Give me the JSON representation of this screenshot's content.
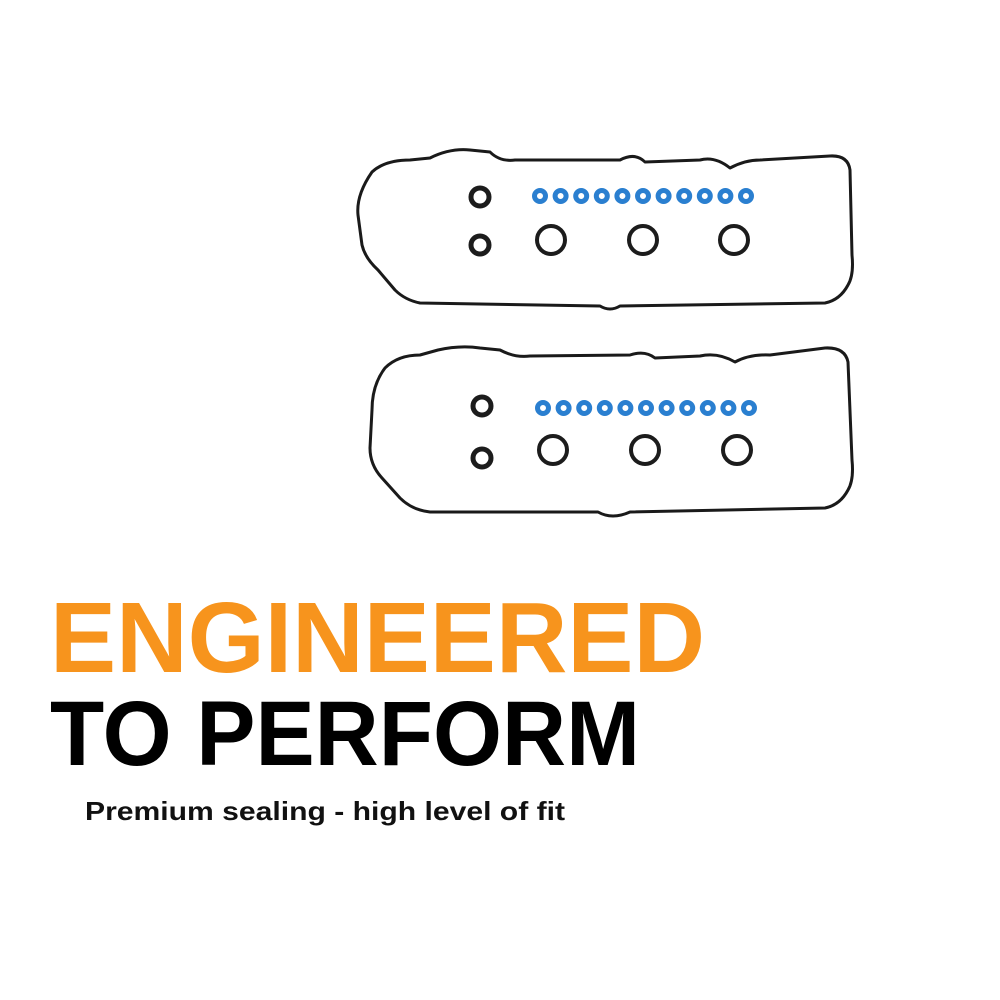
{
  "headline": {
    "line1": "ENGINEERED",
    "line2": "TO PERFORM",
    "tagline": "Premium sealing - high level of fit"
  },
  "product": {
    "name": "valve-cover-gasket-set",
    "gasket_count": 2,
    "blue_seals_per_gasket": 11,
    "large_rings_per_gasket": 3,
    "small_rings_per_gasket": 2
  },
  "colors": {
    "accent": "#f7941d",
    "text": "#000000",
    "gasket": "#1a1a1a",
    "seal": "#2a7fd0"
  }
}
